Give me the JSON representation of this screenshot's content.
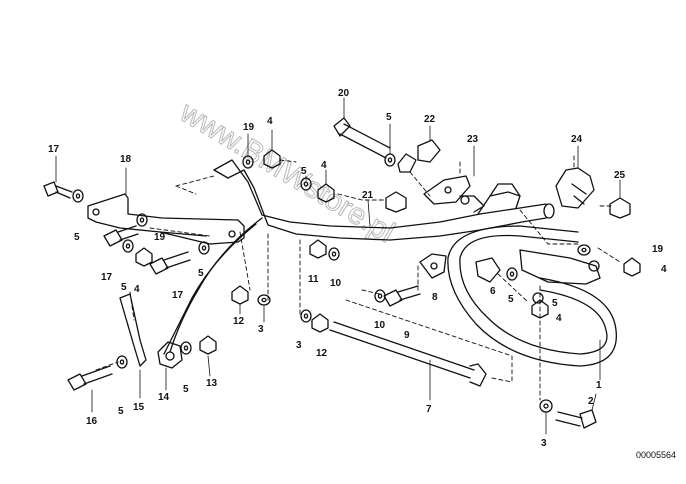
{
  "diagram": {
    "reference_number": "00005564",
    "watermark": "www.BMWstore.pl",
    "callouts": [
      {
        "id": "c1",
        "label": "1"
      },
      {
        "id": "c2",
        "label": "2"
      },
      {
        "id": "c3a",
        "label": "3"
      },
      {
        "id": "c3b",
        "label": "3"
      },
      {
        "id": "c3c",
        "label": "3"
      },
      {
        "id": "c4a",
        "label": "4"
      },
      {
        "id": "c4b",
        "label": "4"
      },
      {
        "id": "c4c",
        "label": "4"
      },
      {
        "id": "c4d",
        "label": "4"
      },
      {
        "id": "c4e",
        "label": "4"
      },
      {
        "id": "c5a",
        "label": "5"
      },
      {
        "id": "c5b",
        "label": "5"
      },
      {
        "id": "c5c",
        "label": "5"
      },
      {
        "id": "c5d",
        "label": "5"
      },
      {
        "id": "c5e",
        "label": "5"
      },
      {
        "id": "c5f",
        "label": "5"
      },
      {
        "id": "c5g",
        "label": "5"
      },
      {
        "id": "c5h",
        "label": "5"
      },
      {
        "id": "c5i",
        "label": "5"
      },
      {
        "id": "c6",
        "label": "6"
      },
      {
        "id": "c7",
        "label": "7"
      },
      {
        "id": "c8",
        "label": "8"
      },
      {
        "id": "c9",
        "label": "9"
      },
      {
        "id": "c10a",
        "label": "10"
      },
      {
        "id": "c10b",
        "label": "10"
      },
      {
        "id": "c11",
        "label": "11"
      },
      {
        "id": "c12a",
        "label": "12"
      },
      {
        "id": "c12b",
        "label": "12"
      },
      {
        "id": "c13",
        "label": "13"
      },
      {
        "id": "c14",
        "label": "14"
      },
      {
        "id": "c15",
        "label": "15"
      },
      {
        "id": "c16",
        "label": "16"
      },
      {
        "id": "c17a",
        "label": "17"
      },
      {
        "id": "c17b",
        "label": "17"
      },
      {
        "id": "c17c",
        "label": "17"
      },
      {
        "id": "c18",
        "label": "18"
      },
      {
        "id": "c19a",
        "label": "19"
      },
      {
        "id": "c19b",
        "label": "19"
      },
      {
        "id": "c19c",
        "label": "19"
      },
      {
        "id": "c20",
        "label": "20"
      },
      {
        "id": "c21",
        "label": "21"
      },
      {
        "id": "c22",
        "label": "22"
      },
      {
        "id": "c23",
        "label": "23"
      },
      {
        "id": "c24",
        "label": "24"
      },
      {
        "id": "c25",
        "label": "25"
      }
    ]
  }
}
